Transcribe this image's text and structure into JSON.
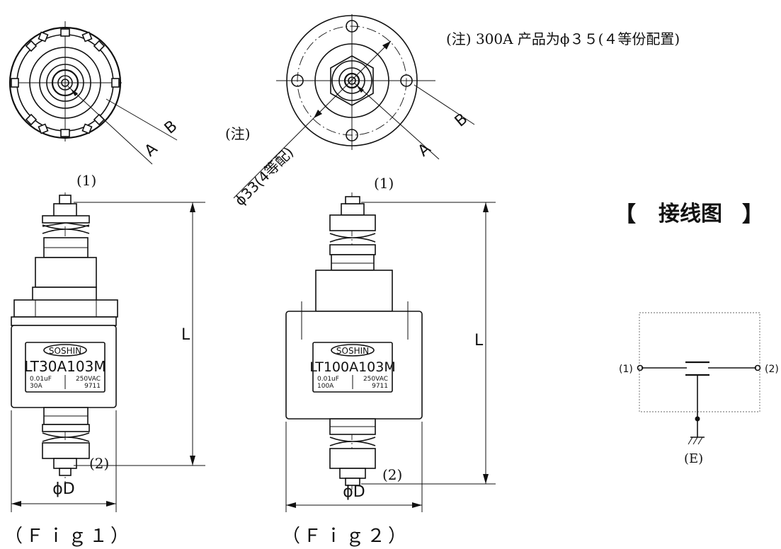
{
  "note": "(注) 300A 产品为ϕ３５(４等份配置)",
  "fig1": {
    "caption": "（Ｆｉｇ１）",
    "terminal1": "(1)",
    "terminal2": "(2)",
    "label_A": "A",
    "label_B": "B",
    "dim_L": "L",
    "dim_D": "ϕD",
    "nameplate": {
      "brand": "SOSHIN",
      "model": "LT30A103M",
      "cap": "0.01uF",
      "volt": "250VAC",
      "current": "30A",
      "code": "9711"
    }
  },
  "fig2": {
    "caption": "（Ｆｉｇ２）",
    "terminal1": "(1)",
    "terminal2": "(2)",
    "label_A": "A",
    "label_B": "B",
    "dim_L": "L",
    "dim_D": "ϕD",
    "note_marker": "(注)",
    "bolt_circle": "ϕ33(4等配)",
    "nameplate": {
      "brand": "SOSHIN",
      "model": "LT100A103M",
      "cap": "0.01uF",
      "volt": "250VAC",
      "current": "100A",
      "code": "9711"
    }
  },
  "wiring": {
    "title": "接线图",
    "bracket_left": "【",
    "bracket_right": "】",
    "bracket_color": "#1a3cff",
    "terminal1": "(1)",
    "terminal2": "(2)",
    "ground": "(E)"
  }
}
